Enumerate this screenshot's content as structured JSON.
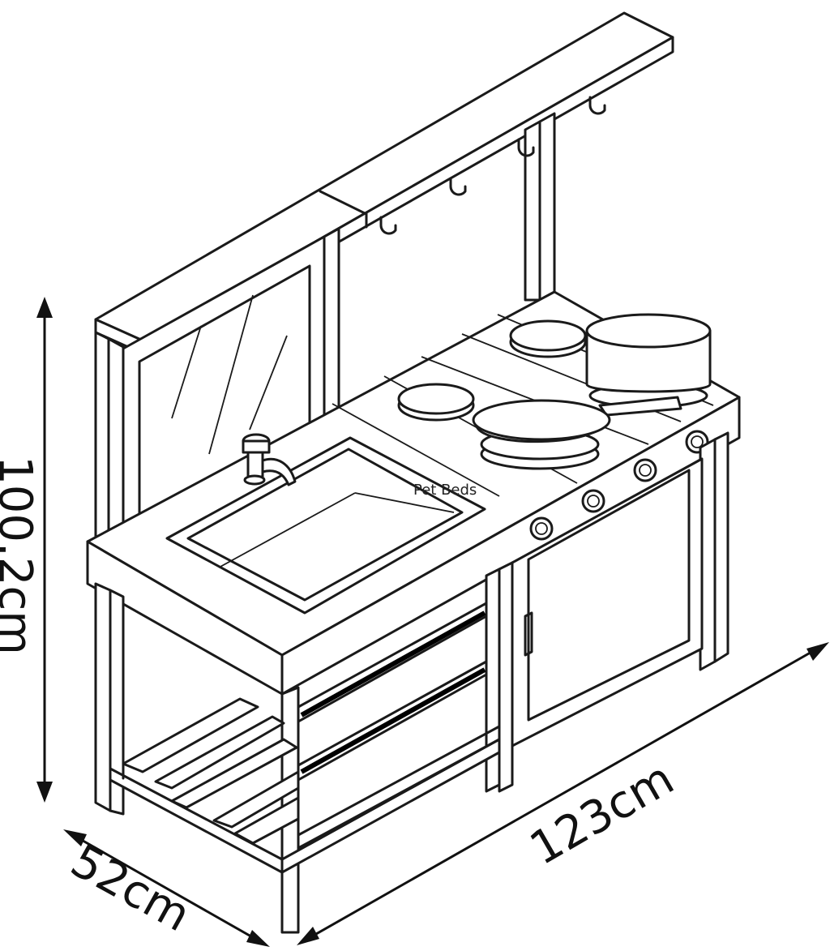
{
  "dimensions": {
    "height": "100.2cm",
    "depth": "52cm",
    "width": "123cm"
  },
  "brand_text": "Pet Beds",
  "colors": {
    "line": "#1a1a1a",
    "background": "#ffffff"
  }
}
